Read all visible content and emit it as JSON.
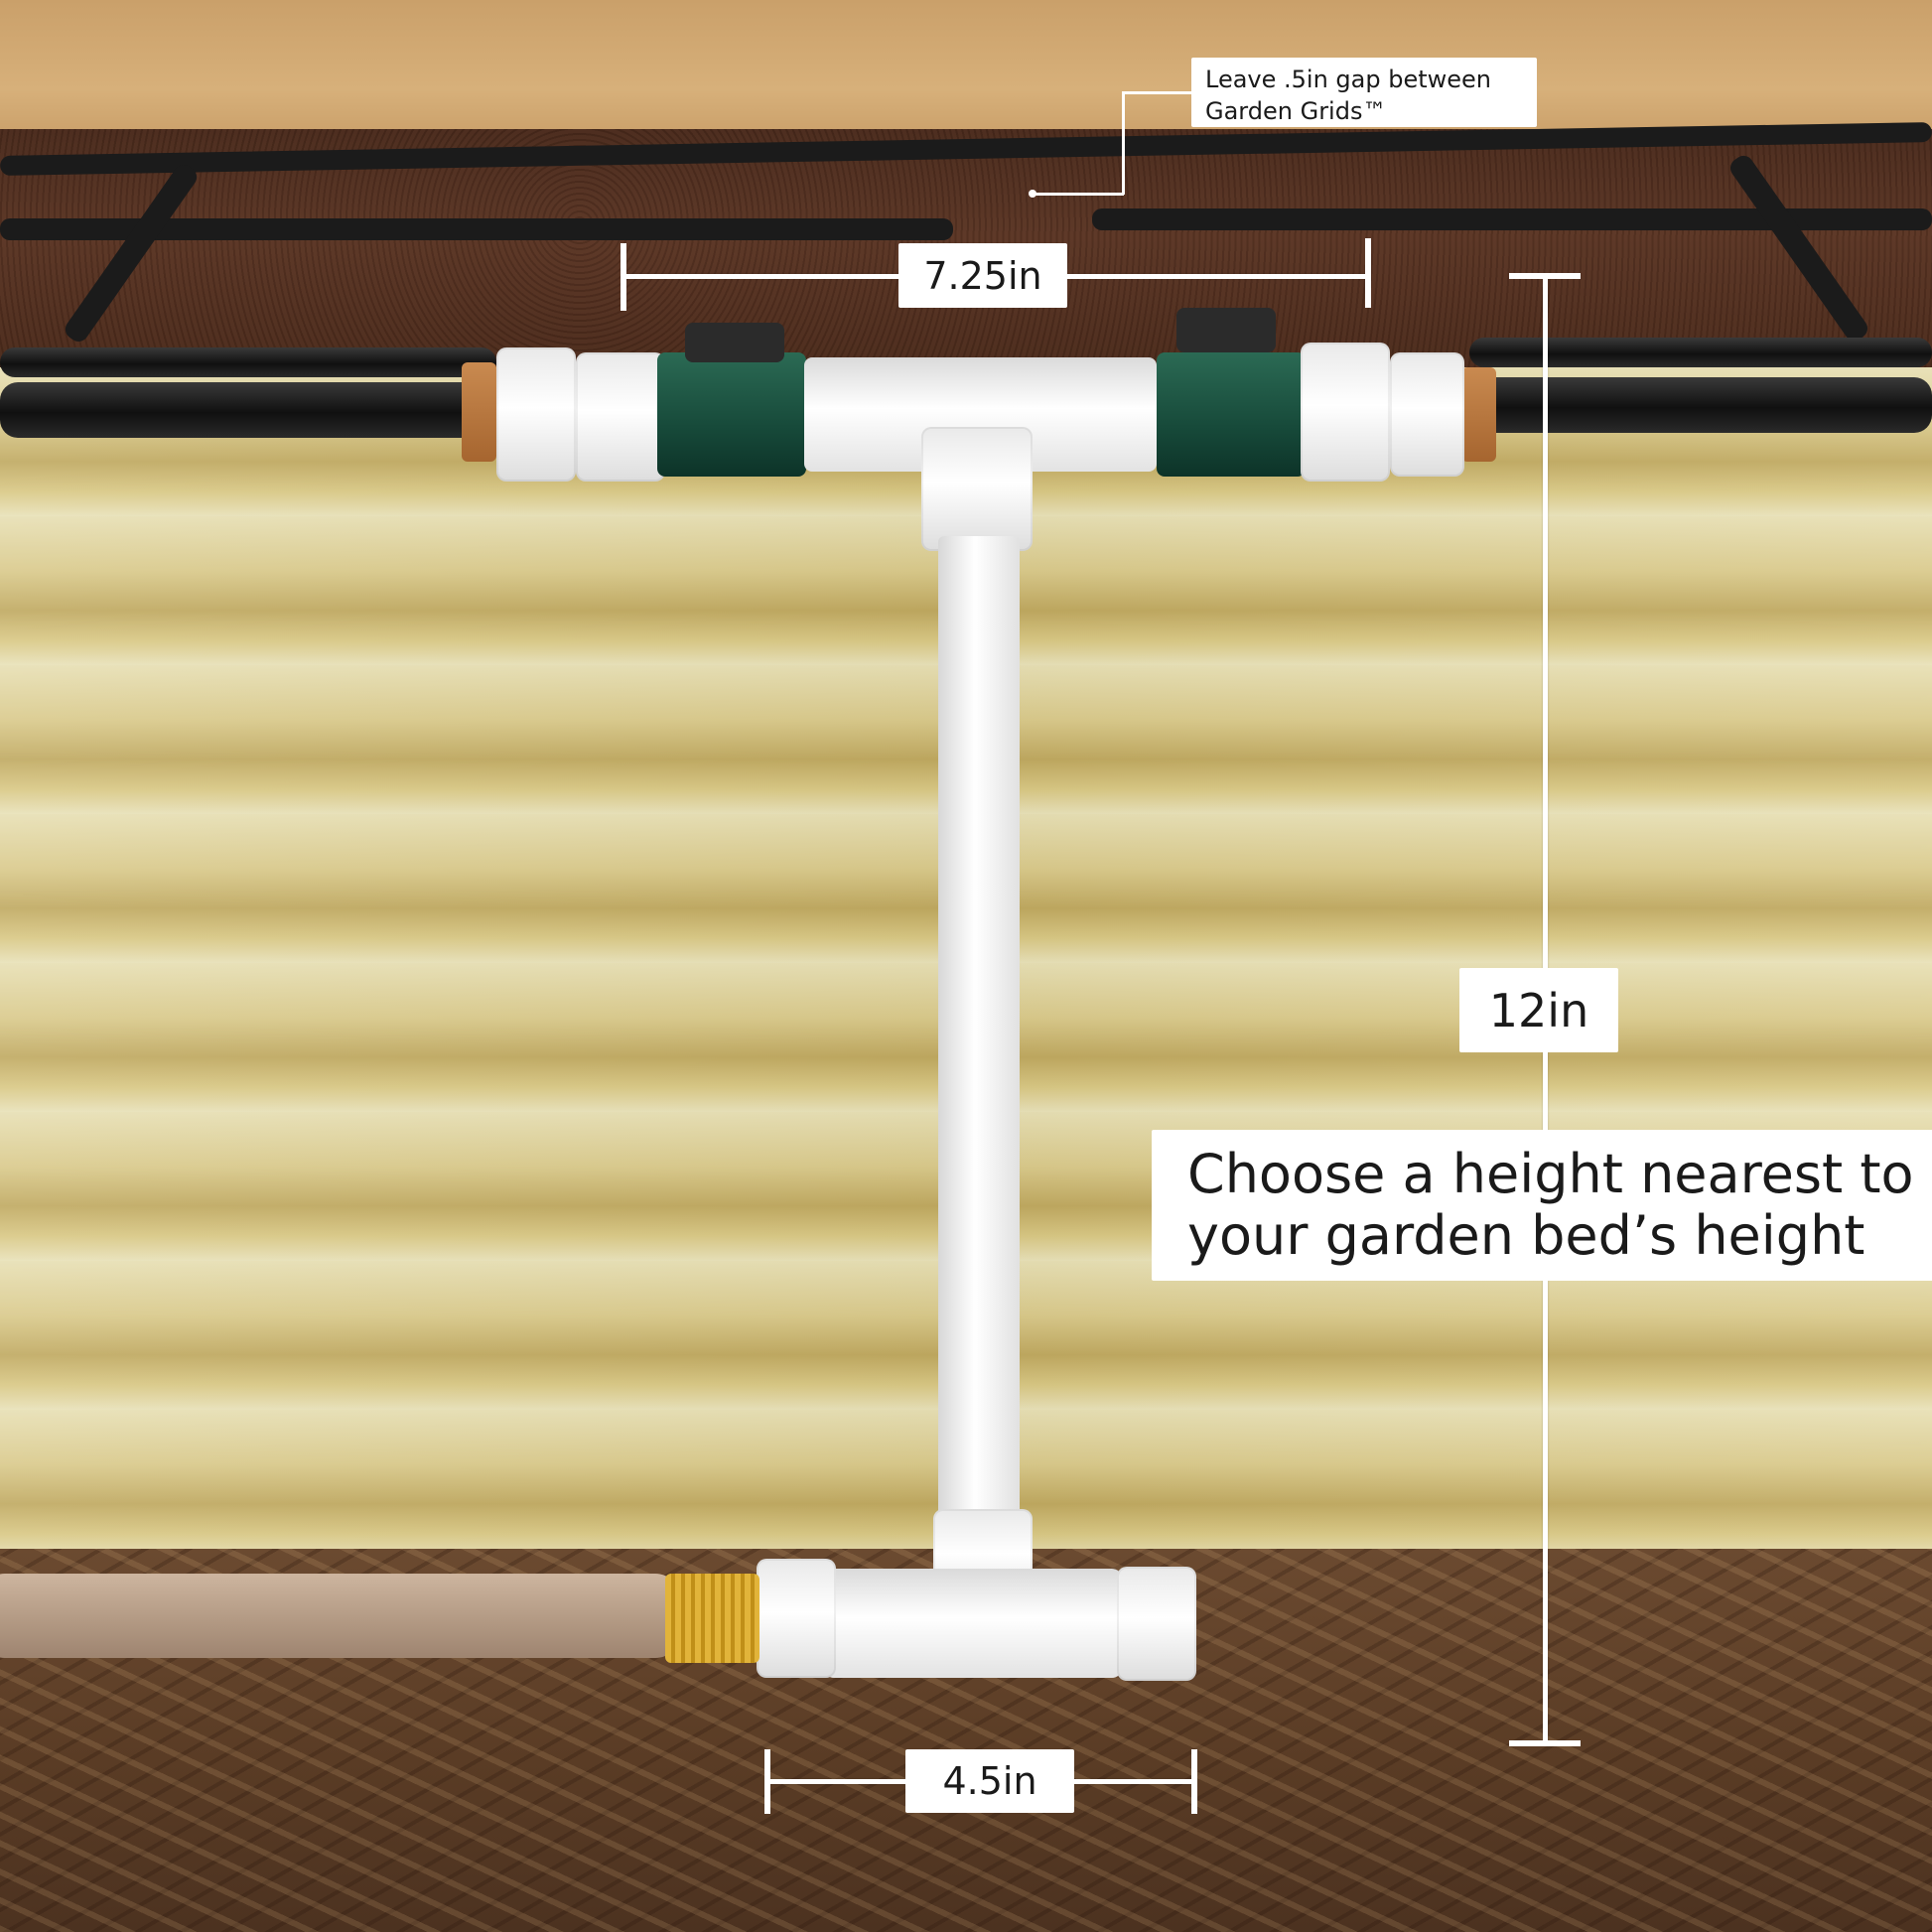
{
  "annotations": {
    "gap_note_line1": "Leave .5in gap between",
    "gap_note_line2": "Garden Grids™",
    "top_width": "7.25in",
    "height": "12in",
    "bottom_width": "4.5in",
    "tip_line1": "Choose a height nearest to",
    "tip_line2": "your garden bed’s height"
  },
  "colors": {
    "label_background": "#ffffff",
    "label_text": "#1a1a1a",
    "pipe_white": "#ffffff",
    "valve_green": "#1e5a45",
    "drip_line": "#111111",
    "hose": "#b39a84",
    "brass_fitting": "#d4a22c"
  },
  "icons": {
    "valve_handles": "lever-handle-icon",
    "brass_connector": "hose-connector-icon"
  }
}
